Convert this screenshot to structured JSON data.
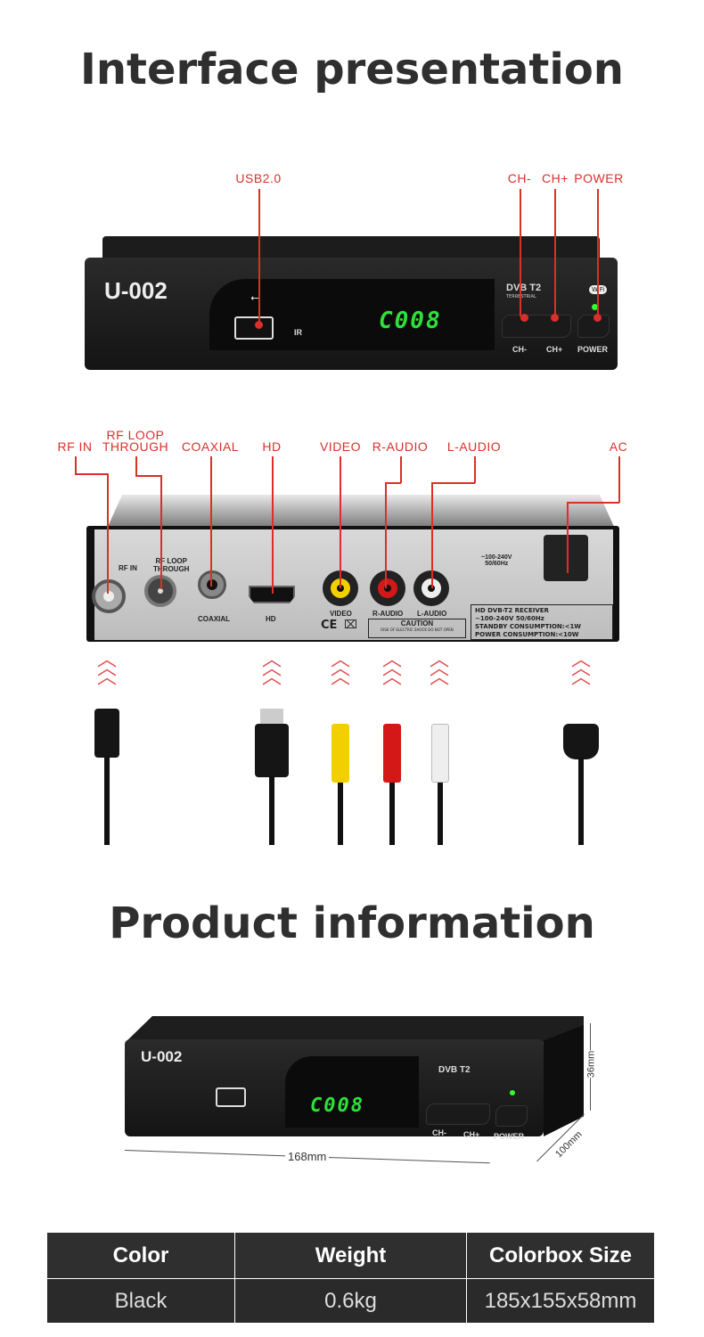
{
  "sections": {
    "interface_title": "Interface presentation",
    "product_title": "Product information"
  },
  "front": {
    "model": "U-002",
    "display": "C008",
    "ir": "IR",
    "dvb": "DVB T2",
    "terrestrial": "TERRESTRIAL",
    "wifi": "WiFi",
    "buttons": {
      "ch_minus": "CH-",
      "ch_plus": "CH+",
      "power": "POWER"
    },
    "callouts": {
      "usb": "USB2.0",
      "ch_minus": "CH-",
      "ch_plus": "CH+",
      "power": "POWER"
    }
  },
  "back": {
    "callouts": {
      "rf_in": "RF IN",
      "rf_loop_1": "RF LOOP",
      "rf_loop_2": "THROUGH",
      "coaxial": "COAXIAL",
      "hd": "HD",
      "video": "VIDEO",
      "r_audio": "R-AUDIO",
      "l_audio": "L-AUDIO",
      "ac": "AC"
    },
    "panel": {
      "rf_in": "RF IN",
      "rf_loop_1": "RF LOOP",
      "rf_loop_2": "THROUGH",
      "coaxial": "COAXIAL",
      "hd": "HD",
      "video": "VIDEO",
      "r_audio": "R-AUDIO",
      "l_audio": "L-AUDIO",
      "voltage_1": "~100-240V",
      "voltage_2": "50/60Hz",
      "ce": "CE",
      "caution": "CAUTION",
      "caution_sub": "RISK OF ELECTRIC SHOCK DO NOT OPEN",
      "spec": [
        "HD DVB-T2 RECEIVER",
        "~100-240V 50/60Hz",
        "STANDBY CONSUMPTION:<1W",
        "POWER CONSUMPTION:<10W"
      ]
    }
  },
  "product": {
    "model": "U-002",
    "display": "C008",
    "ch_minus": "CH-",
    "ch_plus": "CH+",
    "power": "POWER",
    "dvb": "DVB T2",
    "width": "168mm",
    "height": "36mm",
    "depth": "100mm"
  },
  "table": {
    "headers": [
      "Color",
      "Weight",
      "Colorbox Size"
    ],
    "values": [
      "Black",
      "0.6kg",
      "185x155x58mm"
    ]
  },
  "colors": {
    "accent": "#d9302a",
    "led": "#2fe03a",
    "table_bg": "#2f2f2f"
  }
}
